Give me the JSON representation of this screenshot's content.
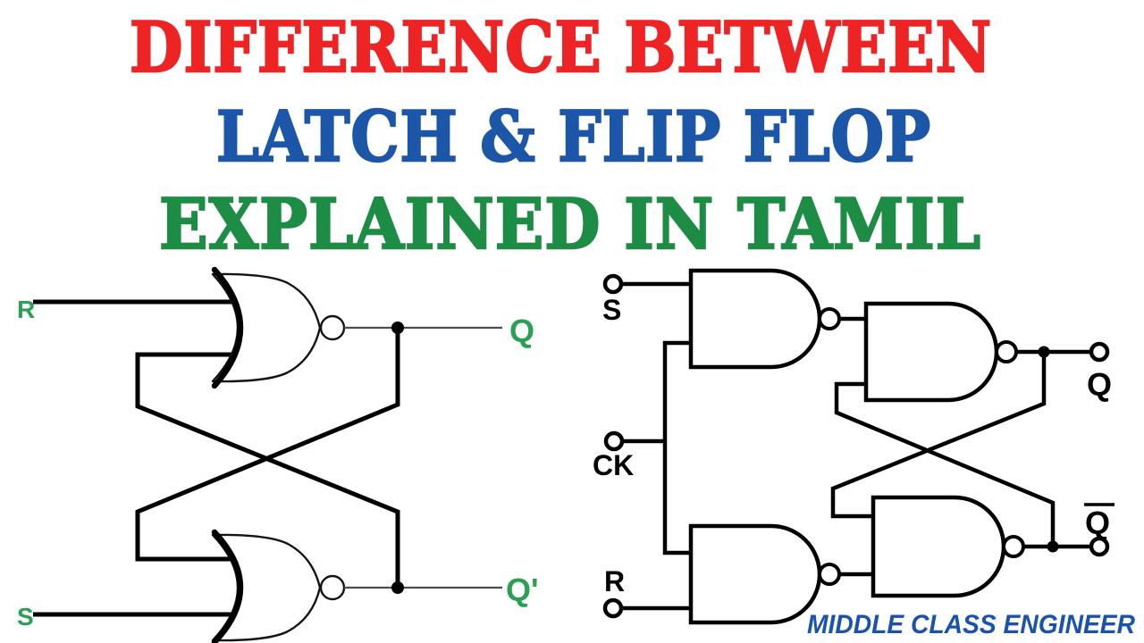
{
  "title": {
    "line1": {
      "text": "DIFFERENCE BETWEEN",
      "color": "#ee2424"
    },
    "line2": {
      "text": "LATCH & FLIP FLOP",
      "color": "#1c56a8"
    },
    "line3": {
      "text": "EXPLAINED IN TAMIL",
      "color": "#1d8c45"
    }
  },
  "nor_latch": {
    "type": "sr-latch",
    "gate_type": "NOR",
    "label_color": "#2aa152",
    "labels": {
      "input_top": "R",
      "input_bottom": "S",
      "output_top": "Q",
      "output_bottom": "Q'"
    }
  },
  "nand_flipflop": {
    "type": "clocked-sr-flip-flop",
    "gate_type": "NAND",
    "label_color": "#000000",
    "labels": {
      "input_top": "S",
      "clock": "CK",
      "input_bottom": "R",
      "output_top": "Q",
      "output_bottom_letter": "Q"
    }
  },
  "watermark": {
    "text": "MIDDLE CLASS ENGINEER",
    "color": "#1a53ad"
  }
}
